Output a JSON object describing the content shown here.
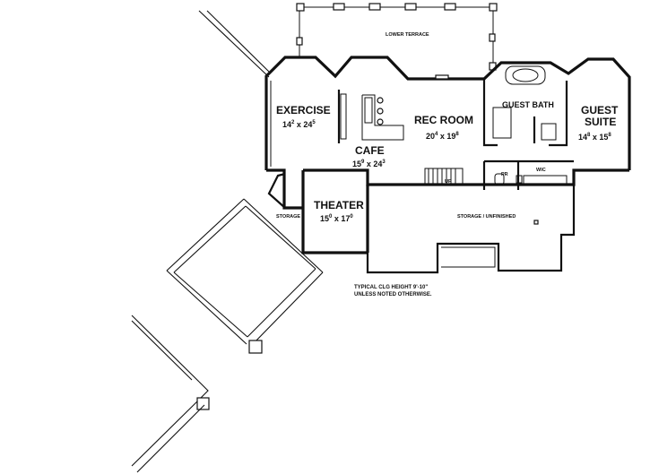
{
  "rooms": {
    "exercise": {
      "name": "EXERCISE",
      "w": "14",
      "w_sup": "2",
      "sep": " x ",
      "h": "24",
      "h_sup": "5"
    },
    "rec_room": {
      "name": "REC ROOM",
      "w": "20",
      "w_sup": "4",
      "sep": " x ",
      "h": "19",
      "h_sup": "8"
    },
    "cafe": {
      "name": "CAFE",
      "w": "15",
      "w_sup": "9",
      "sep": " x ",
      "h": "24",
      "h_sup": "3"
    },
    "theater": {
      "name": "THEATER",
      "w": "15",
      "w_sup": "0",
      "sep": " x ",
      "h": "17",
      "h_sup": "0"
    },
    "guest_bath": {
      "name": "GUEST BATH"
    },
    "guest_suite": {
      "name_line1": "GUEST",
      "name_line2": "SUITE",
      "w": "14",
      "w_sup": "8",
      "sep": " x ",
      "h": "15",
      "h_sup": "8"
    }
  },
  "labels": {
    "lower_terrace": "LOWER TERRACE",
    "storage": "STORAGE",
    "storage_unfinished": "STORAGE / UNFINISHED",
    "powder_room": "PR",
    "walk_in_closet": "WIC",
    "stair_up": "UP"
  },
  "note": {
    "line1": "TYPICAL CLG HEIGHT 9'-10\"",
    "line2": "UNLESS NOTED OTHERWISE."
  }
}
